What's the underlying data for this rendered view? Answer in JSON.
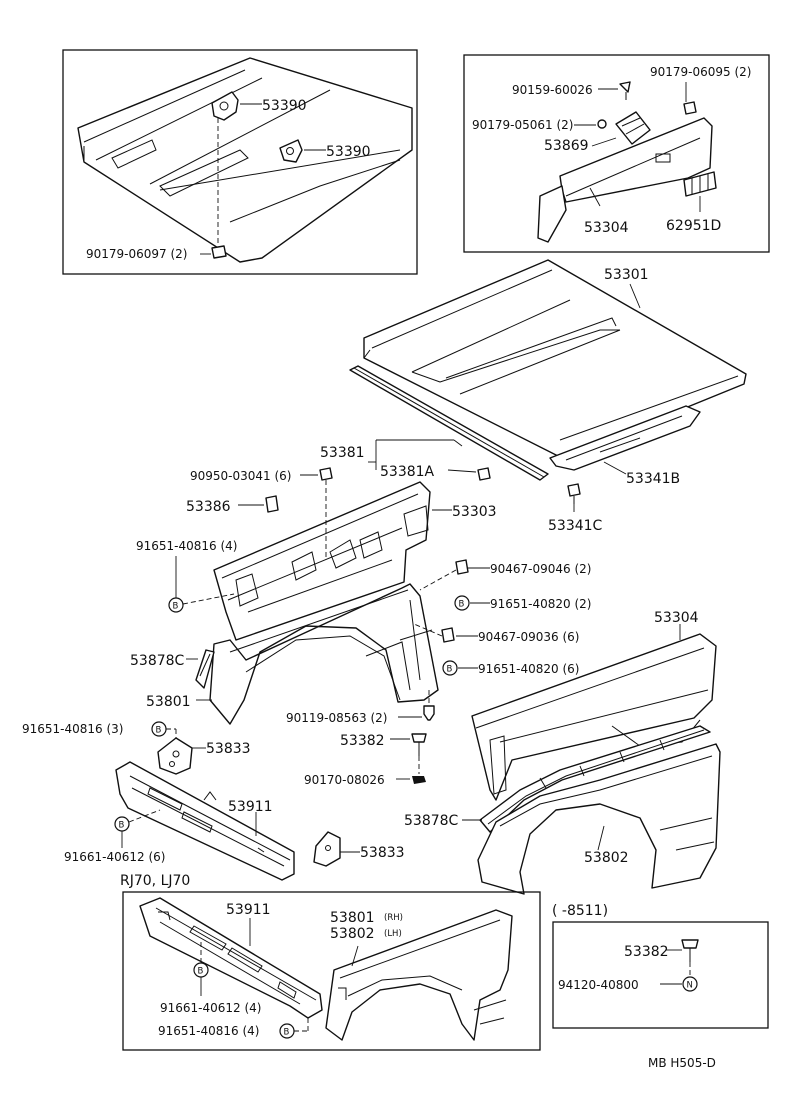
{
  "diagram": {
    "title_code": "MB  H505-D",
    "parts": {
      "p53390a": "53390",
      "p53390b": "53390",
      "p90179_06097": "90179-06097 (2)",
      "p90159_60026": "90159-60026",
      "p90179_06095": "90179-06095 (2)",
      "p90179_05061": "90179-05061 (2)",
      "p53869": "53869",
      "p53304_top": "53304",
      "p62951D": "62951D",
      "p53301": "53301",
      "p53381": "53381",
      "p53381A": "53381A",
      "p53341B": "53341B",
      "p53341C": "53341C",
      "p90950_03041": "90950-03041 (6)",
      "p53386": "53386",
      "p53303": "53303",
      "p91651_40816_4": "91651-40816 (4)",
      "p90467_09046": "90467-09046 (2)",
      "p91651_40820_2": "91651-40820 (2)",
      "p90467_09036": "90467-09036 (6)",
      "p91651_40820_6": "91651-40820 (6)",
      "p53878C_left": "53878C",
      "p53801": "53801",
      "p90119_08563": "90119-08563 (2)",
      "p53382": "53382",
      "p90170_08026": "90170-08026",
      "p91651_40816_3": "91651-40816 (3)",
      "p53833a": "53833",
      "p53911": "53911",
      "p91661_40612_6": "91661-40612 (6)",
      "p53833b": "53833",
      "p53304": "53304",
      "p53878C_right": "53878C",
      "p53802": "53802",
      "rj70_title": "RJ70, LJ70",
      "p53911_inset": "53911",
      "p53801_rh": "53801",
      "p53802_lh": "53802",
      "rh": "(RH)",
      "lh": "(LH)",
      "p91661_40612_4": "91661-40612 (4)",
      "p91651_40816_4b": "91651-40816 (4)",
      "date_range": "(      -8511)",
      "p53382_inset": "53382",
      "p94120_40800": "94120-40800"
    },
    "markers": {
      "bolt_b": "B",
      "nut_n": "N"
    }
  }
}
